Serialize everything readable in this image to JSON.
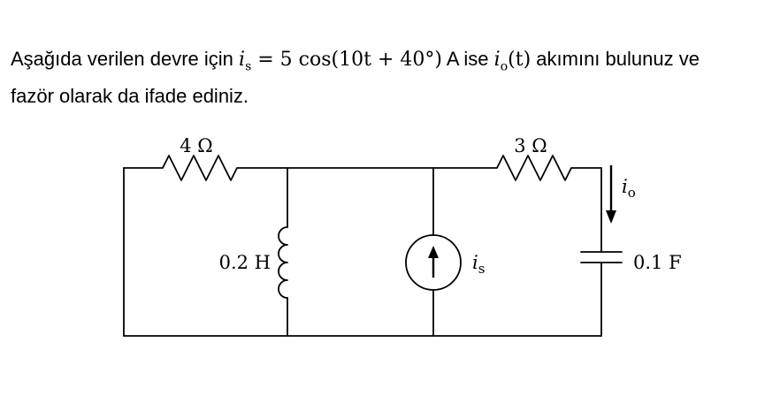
{
  "problem": {
    "prefix": "Aşağıda verilen devre için ",
    "is_var": "i",
    "is_sub": "s",
    "is_eq": " = 5 cos(10t + 40°)",
    "mid": " A ise ",
    "io_var": "i",
    "io_sub": "o",
    "io_arg": "(t)",
    "suffix": " akımını bulunuz ve",
    "line2": "fazör olarak da ifade ediniz."
  },
  "circuit": {
    "left_resistor_label": "4 Ω",
    "right_resistor_label": "3 Ω",
    "inductor_label": "0.2 H",
    "capacitor_label": "0.1 F",
    "source_var": "i",
    "source_sub": "s",
    "output_var": "i",
    "output_sub": "o"
  }
}
